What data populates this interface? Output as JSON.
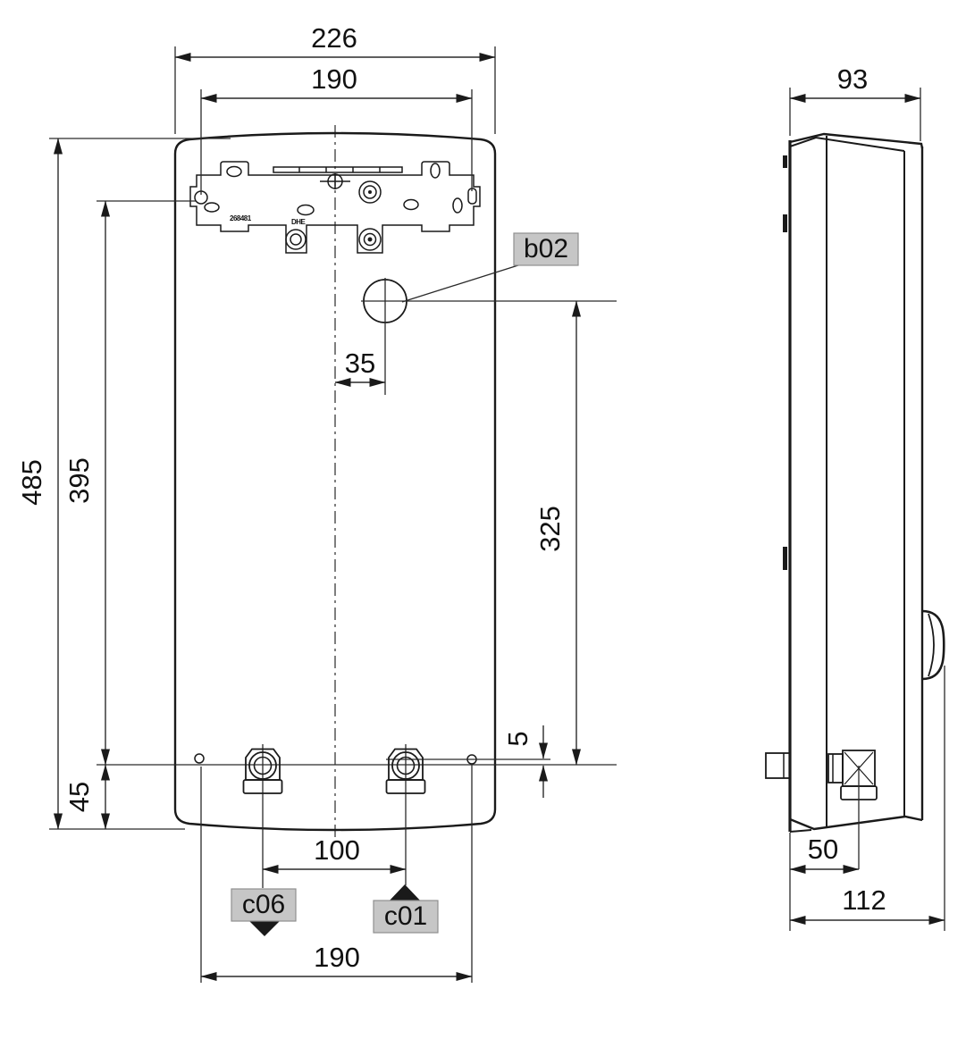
{
  "meta": {
    "drawing_type": "technical dimension drawing",
    "views": [
      "front",
      "side"
    ]
  },
  "front_view": {
    "dims": {
      "overall_width": "226",
      "mount_width": "190",
      "overall_height": "485",
      "mount_height": "395",
      "bottom_edge_offset": "45",
      "cable_entry_offset": "35",
      "connection_height": "325",
      "hole_to_pipe_offset": "5",
      "pipe_spacing": "100",
      "bottom_hole_spacing": "190"
    },
    "callouts": {
      "cable_entry": "b02",
      "outlet": "c06",
      "inlet": "c01"
    },
    "bracket": {
      "part_number": "268481",
      "logo": "DHE"
    }
  },
  "side_view": {
    "dims": {
      "body_depth": "93",
      "pipe_axis_depth": "50",
      "overall_depth": "112"
    }
  },
  "colors": {
    "line": "#1a1a1a",
    "dim_line": "#2a2a2a",
    "label_fill": "#c6c6c6",
    "label_border": "#8f8f8f"
  }
}
